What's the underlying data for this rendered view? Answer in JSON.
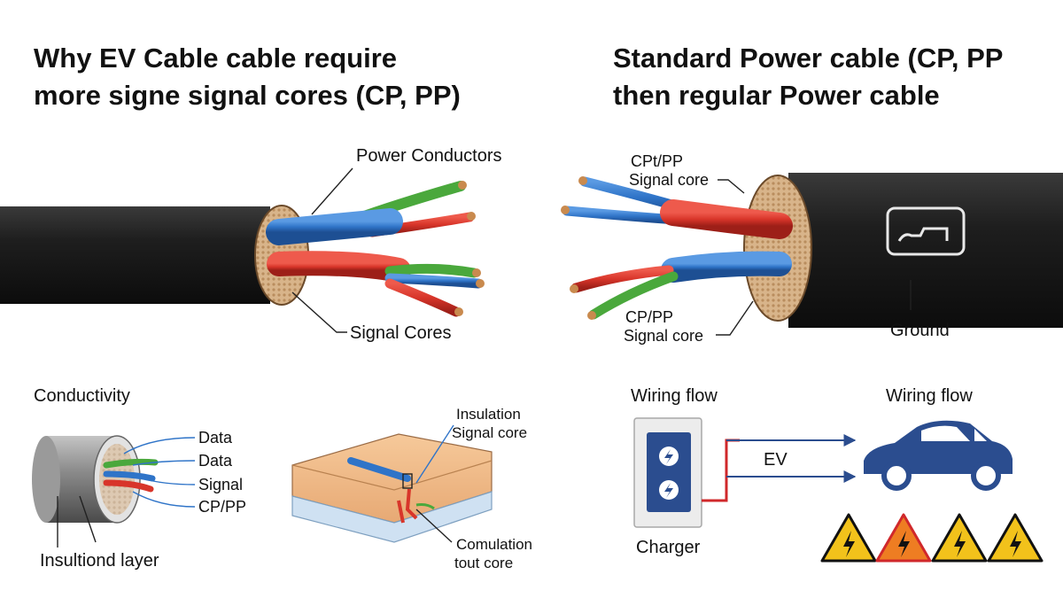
{
  "titles": {
    "left_line1": "Why EV Cable cable require",
    "left_line2": "more signe signal cores (CP, PP)",
    "right_line1": "Standard Power cable (CP, PP",
    "right_line2": "then regular Power cable"
  },
  "left_cable": {
    "power_conductors": "Power Conductors",
    "signal_cores": "Signal Cores"
  },
  "right_cable": {
    "signal_core_top_1": "CPt/PP",
    "signal_core_top_2": "Signal core",
    "signal_core_bottom_1": "CP/PP",
    "signal_core_bottom_2": "Signal core",
    "ground": "Ground"
  },
  "conductivity": {
    "heading": "Conductivity",
    "core_labels": [
      "Data",
      "Data",
      "Signal",
      "CP/PP"
    ],
    "insulation_layer": "Insultiond layer"
  },
  "cross_section": {
    "insulation_1": "Insulation",
    "insulation_2": "Signal core",
    "bottom_1": "Comulation",
    "bottom_2": "tout core"
  },
  "wiring": {
    "left_heading": "Wiring flow",
    "right_heading": "Wiring flow",
    "ev_label": "EV",
    "charger_label": "Charger",
    "warning_count": 4
  },
  "colors": {
    "cable_black": "#1b1b1b",
    "core_red": "#d8352a",
    "core_blue": "#2f74c8",
    "core_green": "#4aa83c",
    "car_blue": "#2b4d8f",
    "warning_yellow": "#f2c21b",
    "warning_orange": "#ee7d22",
    "wire_red": "#d0282b",
    "arrow_blue": "#2b4d8f"
  }
}
